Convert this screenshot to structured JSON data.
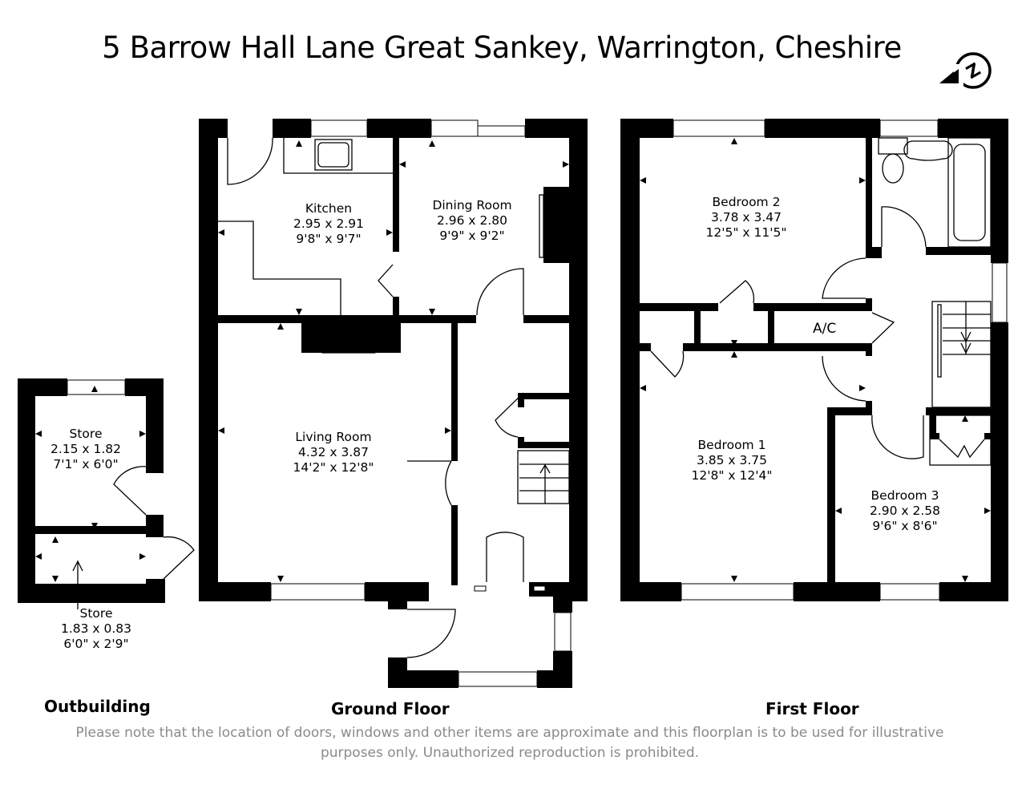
{
  "header": {
    "title": "5 Barrow Hall Lane Great Sankey, Warrington, Cheshire",
    "compass_icon": "north-compass-icon",
    "compass_letter": "N"
  },
  "floors": [
    {
      "label": "Outbuilding",
      "rooms": [
        {
          "name": "Store",
          "metric": "2.15 x 1.82",
          "imperial": "7'1\" x 6'0\""
        },
        {
          "name": "Store",
          "metric": "1.83 x 0.83",
          "imperial": "6'0\" x 2'9\""
        }
      ]
    },
    {
      "label": "Ground Floor",
      "rooms": [
        {
          "name": "Kitchen",
          "metric": "2.95 x 2.91",
          "imperial": "9'8\" x 9'7\""
        },
        {
          "name": "Dining Room",
          "metric": "2.96 x 2.80",
          "imperial": "9'9\" x 9'2\""
        },
        {
          "name": "Living Room",
          "metric": "4.32 x 3.87",
          "imperial": "14'2\" x 12'8\""
        }
      ]
    },
    {
      "label": "First Floor",
      "rooms": [
        {
          "name": "Bedroom 2",
          "metric": "3.78 x 3.47",
          "imperial": "12'5\" x 11'5\""
        },
        {
          "name": "Bedroom 1",
          "metric": "3.85 x 3.75",
          "imperial": "12'8\" x 12'4\""
        },
        {
          "name": "Bedroom 3",
          "metric": "2.90 x 2.58",
          "imperial": "9'6\" x 8'6\""
        }
      ],
      "cupboard_label": "A/C"
    }
  ],
  "footer": {
    "disclaimer_line1": "Please note that the location of doors, windows and other items are approximate and this floorplan is to be used for illustrative",
    "disclaimer_line2": "purposes only. Unauthorized reproduction is prohibited."
  }
}
